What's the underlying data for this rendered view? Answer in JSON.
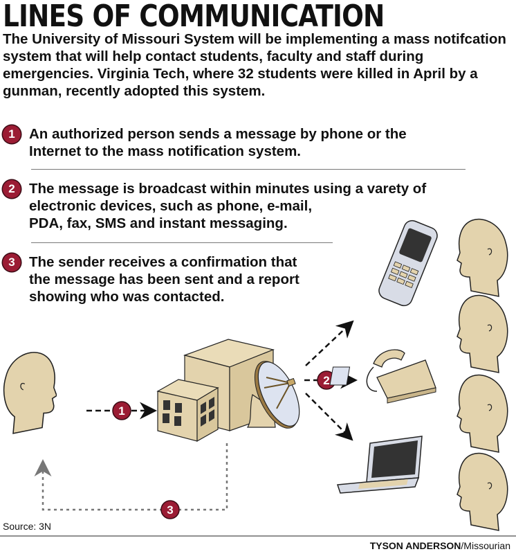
{
  "title": "LINES OF COMMUNICATION",
  "intro": "The University of Missouri System will be implementing a mass notifcation system that will help contact students, faculty and staff during emergencies. Virginia Tech, where 32 students were killed in April by a gunman, recently adopted this system.",
  "steps": [
    {
      "number": "1",
      "line1": "An authorized person sends a message by phone or the",
      "line2": "Internet to the mass notification system."
    },
    {
      "number": "2",
      "line1": "The message is broadcast within minutes using a varety of",
      "line2": "electronic devices, such as phone, e-mail,",
      "line3": "PDA, fax, SMS and instant messaging."
    },
    {
      "number": "3",
      "line1": "The sender receives a confirmation that",
      "line2": "the message has been sent and a report",
      "line3": "showing who was contacted."
    }
  ],
  "source": "Source: 3N",
  "credit": {
    "name": "TYSON ANDERSON",
    "outlet": "/Missourian"
  },
  "colors": {
    "accent": "#9b1c34",
    "tan": "#e3d3ad",
    "dish": "#dde3f0"
  }
}
